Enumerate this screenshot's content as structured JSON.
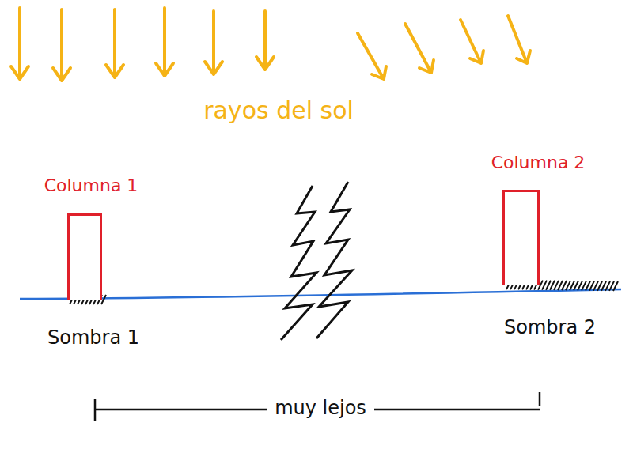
{
  "diagram": {
    "nodes": [
      {
        "text": [
          "Columna 1"
        ]
      },
      {
        "text": [
          "Columna 2"
        ]
      }
    ],
    "labels": [
      "rayos del sol",
      "Sombra 1",
      "Sombra 2",
      "muy lejos"
    ]
  }
}
